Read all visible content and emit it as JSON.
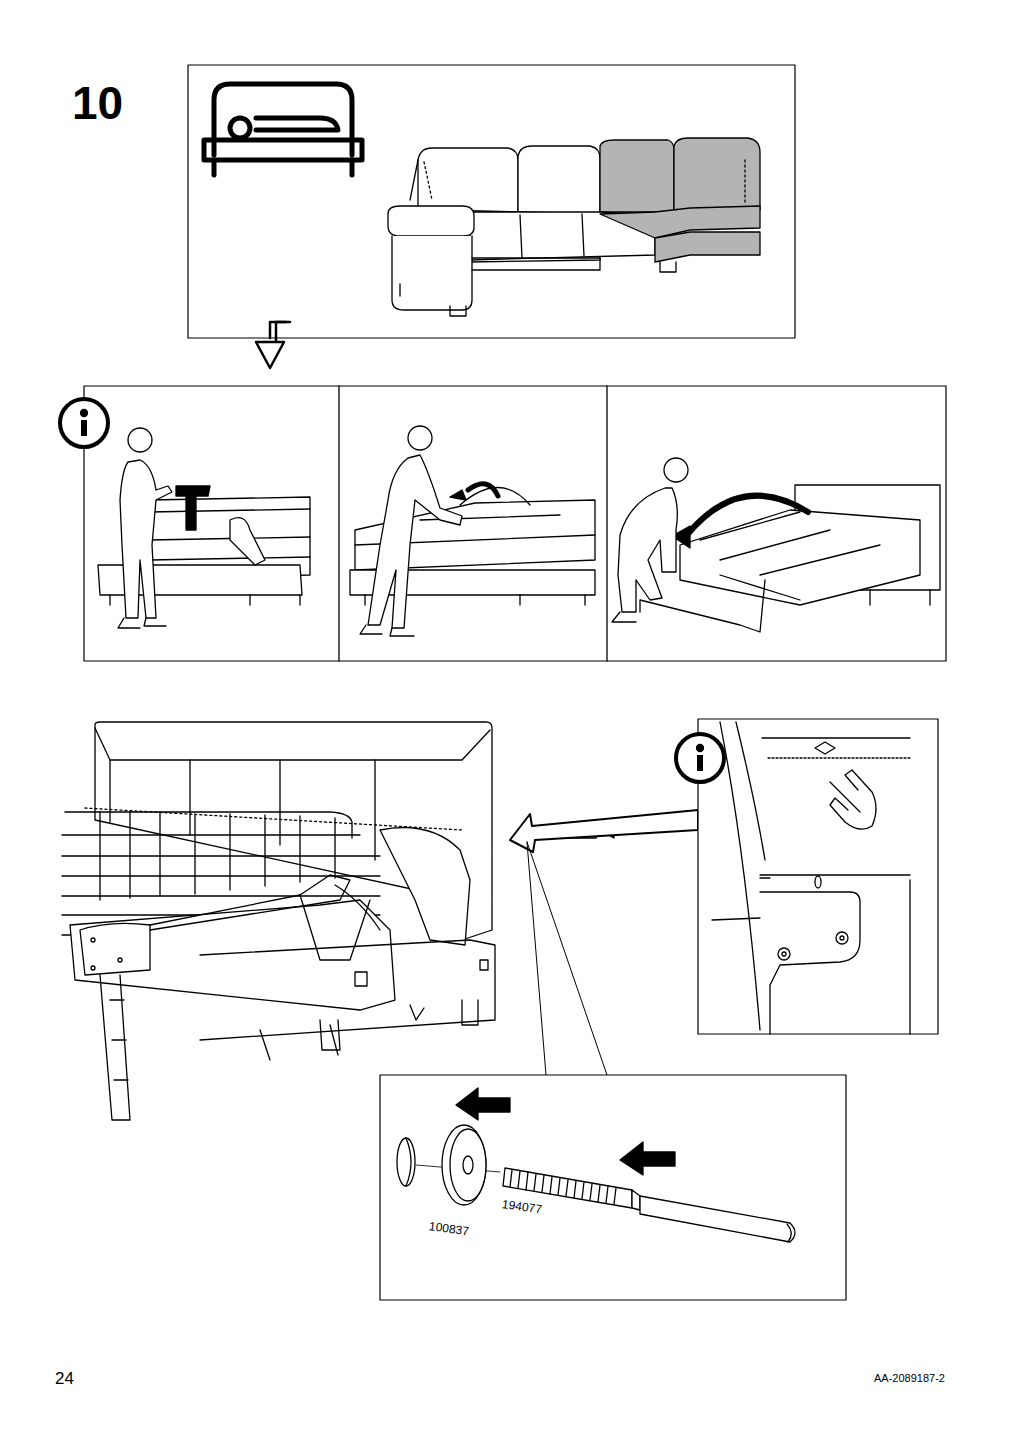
{
  "diagram": {
    "labels": [
      "10",
      "100837",
      "194077",
      "24",
      "AA-2089187-2"
    ]
  }
}
